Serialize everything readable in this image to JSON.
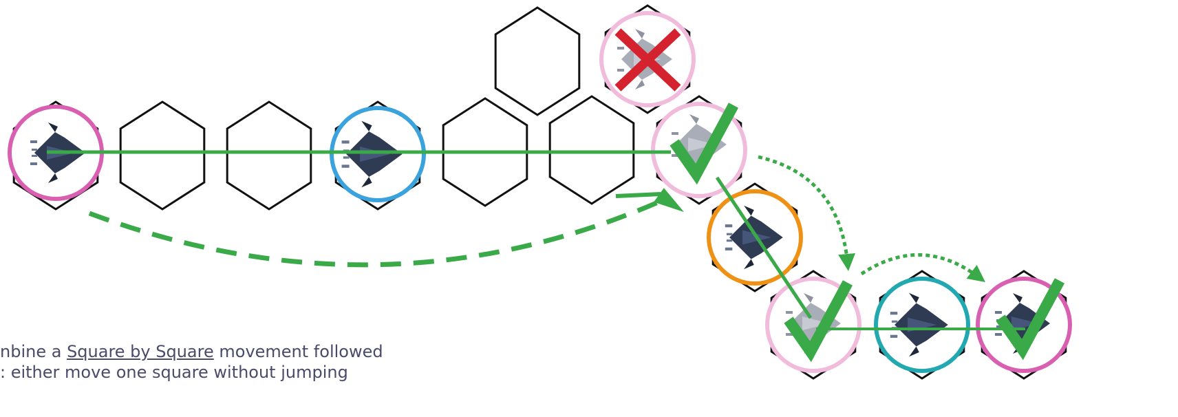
{
  "colors": {
    "hex_stroke": "#111111",
    "path_green": "#3aa948",
    "check_green": "#3aa948",
    "cross_red": "#d4232f",
    "ring_magenta": "#d95fb1",
    "ring_pink_light": "#f1bcdc",
    "ring_blue": "#3aa2dc",
    "ring_orange": "#ef9115",
    "ring_teal": "#22a8b0",
    "ship_dark": "#2f3b52",
    "ship_grey": "#a9adb8"
  },
  "caption": {
    "line1_before": "nbine a ",
    "line1_link": "Square by Square",
    "line1_after": " movement followed",
    "line2": ": either move one square without jumping"
  },
  "icons": {
    "blocked": "cross-icon",
    "valid": "check-icon",
    "ship": "spaceship-icon"
  }
}
